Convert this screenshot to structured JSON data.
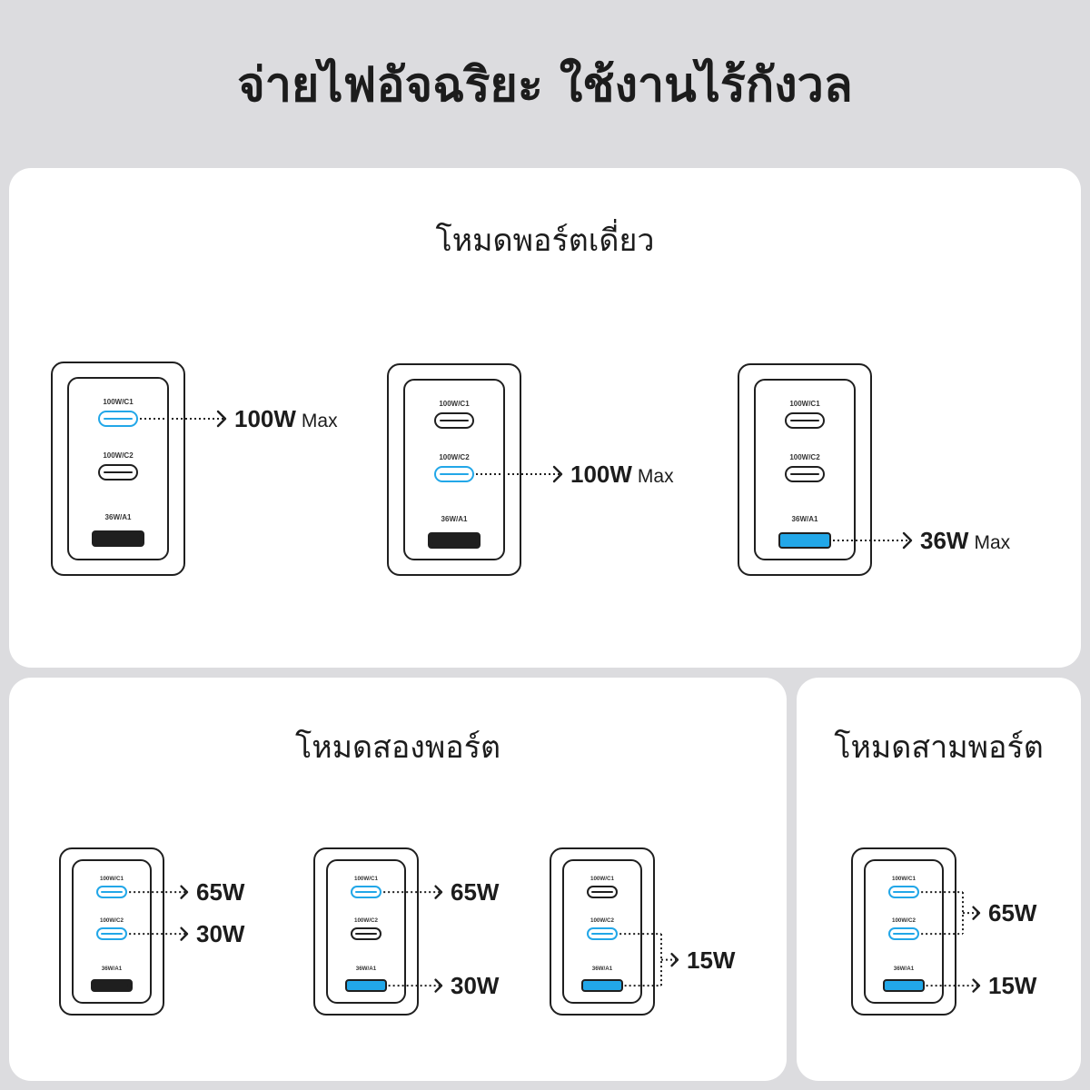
{
  "title": "จ่ายไฟอัจฉริยะ ใช้งานไร้กังวล",
  "colors": {
    "accent": "#22a7e8",
    "line": "#1f1f1f",
    "panel": "#ffffff",
    "background": "#dcdcdf"
  },
  "port_labels": {
    "c1": "100W/C1",
    "c2": "100W/C2",
    "a1": "36W/A1"
  },
  "single_mode": {
    "title": "โหมดพอร์ตเดี่ยว",
    "chargers": [
      {
        "active_ports": [
          "c1"
        ],
        "outputs": [
          {
            "port": "c1",
            "value": "100W",
            "suffix": "Max"
          }
        ]
      },
      {
        "active_ports": [
          "c2"
        ],
        "outputs": [
          {
            "port": "c2",
            "value": "100W",
            "suffix": "Max"
          }
        ]
      },
      {
        "active_ports": [
          "a1"
        ],
        "outputs": [
          {
            "port": "a1",
            "value": "36W",
            "suffix": "Max"
          }
        ]
      }
    ]
  },
  "dual_mode": {
    "title": "โหมดสองพอร์ต",
    "chargers": [
      {
        "active_ports": [
          "c1",
          "c2"
        ],
        "outputs": [
          {
            "port": "c1",
            "value": "65W"
          },
          {
            "port": "c2",
            "value": "30W"
          }
        ]
      },
      {
        "active_ports": [
          "c1",
          "a1"
        ],
        "outputs": [
          {
            "port": "c1",
            "value": "65W"
          },
          {
            "port": "a1",
            "value": "30W"
          }
        ]
      },
      {
        "active_ports": [
          "c2",
          "a1"
        ],
        "outputs": [
          {
            "ports": [
              "c2",
              "a1"
            ],
            "value": "15W"
          }
        ]
      }
    ]
  },
  "triple_mode": {
    "title": "โหมดสามพอร์ต",
    "chargers": [
      {
        "active_ports": [
          "c1",
          "c2",
          "a1"
        ],
        "outputs": [
          {
            "ports": [
              "c1",
              "c2"
            ],
            "value": "65W"
          },
          {
            "port": "a1",
            "value": "15W"
          }
        ]
      }
    ]
  }
}
